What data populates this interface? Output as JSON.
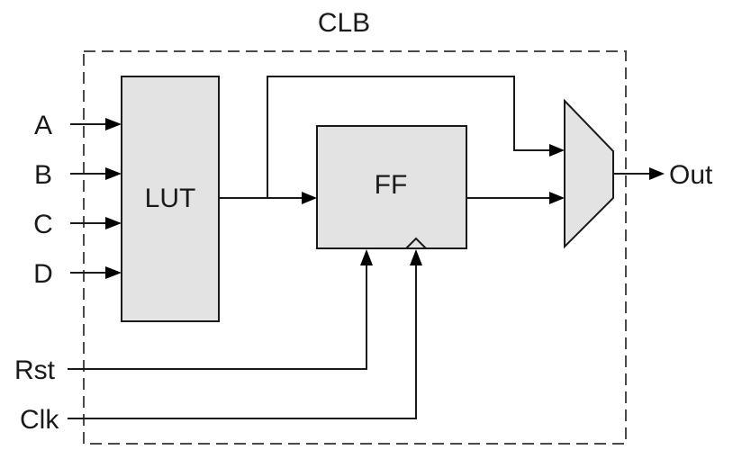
{
  "diagram": {
    "container_label": "CLB",
    "lut_label": "LUT",
    "ff_label": "FF",
    "inputs": [
      "A",
      "B",
      "C",
      "D"
    ],
    "reset_label": "Rst",
    "clock_label": "Clk",
    "output_label": "Out"
  },
  "colors": {
    "block_fill": "#e3e3e3",
    "line": "#1a1a1a",
    "background": "#ffffff"
  }
}
